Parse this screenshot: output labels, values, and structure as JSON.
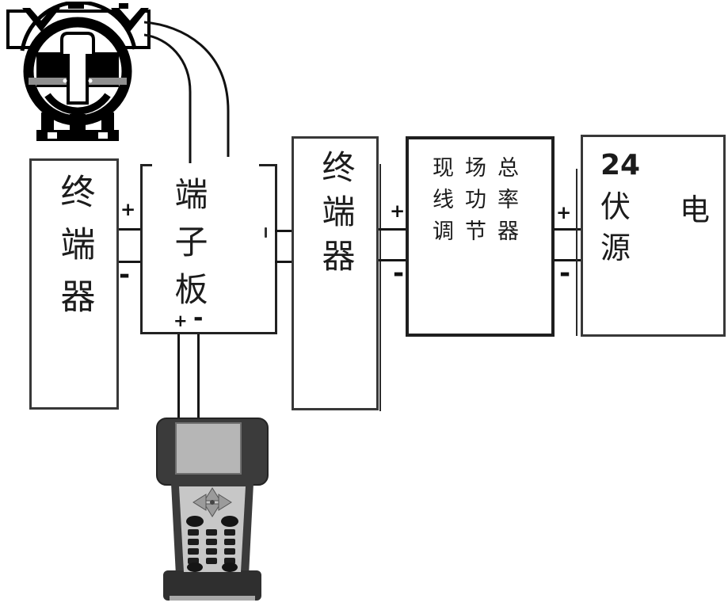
{
  "figure": {
    "kind": "fieldbus-wiring-diagram",
    "background_color": "#ffffff",
    "line_color": "#161616"
  },
  "boxes": [
    {
      "id": "terminator-left",
      "label": "终端器"
    },
    {
      "id": "terminal-board",
      "label": "端子板",
      "bottom_plus": "+",
      "bottom_minus": "-"
    },
    {
      "id": "terminator-right",
      "label": "终端器"
    },
    {
      "id": "fieldbus-power-conditioner",
      "label": "现场总线功率调节器",
      "line1": "现场总",
      "line2": "线功率",
      "line3": "调节器"
    },
    {
      "id": "power-supply-24v",
      "label": "24伏电源",
      "line1": "24",
      "line2_left": "伏",
      "line2_right": "电",
      "line3": "源"
    }
  ],
  "connectors": [
    {
      "id": "terminator-left_to_terminal-board",
      "plus": "+",
      "minus": "-"
    },
    {
      "id": "terminal-board_to_terminator-right"
    },
    {
      "id": "terminator-right_to_conditioner",
      "plus": "+",
      "minus": "-"
    },
    {
      "id": "conditioner_to_power-supply",
      "plus": "+",
      "minus": "-"
    }
  ],
  "devices": [
    {
      "id": "pressure-transmitter"
    },
    {
      "id": "handheld-field-communicator"
    }
  ]
}
